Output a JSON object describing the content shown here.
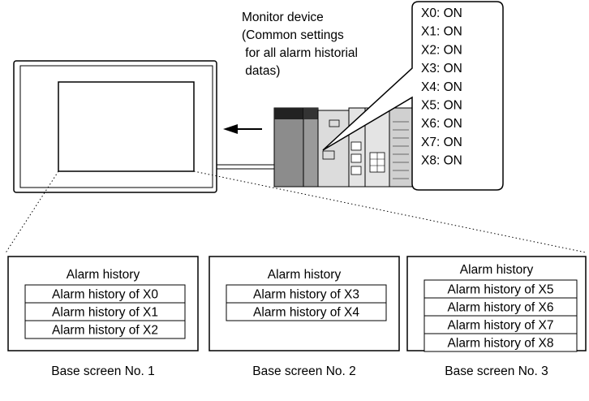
{
  "monitor_label": {
    "lines": [
      "Monitor device",
      "(Common settings",
      " for all alarm historial",
      " datas)"
    ]
  },
  "device_states": [
    "X0: ON",
    "X1: ON",
    "X2: ON",
    "X3: ON",
    "X4: ON",
    "X5: ON",
    "X6: ON",
    "X7: ON",
    "X8: ON"
  ],
  "screens": [
    {
      "title": "Alarm history",
      "rows": [
        "Alarm history of X0",
        "Alarm history of X1",
        "Alarm history of X2"
      ],
      "caption": "Base screen No. 1"
    },
    {
      "title": "Alarm history",
      "rows": [
        "Alarm history of X3",
        "Alarm history of X4"
      ],
      "caption": "Base screen No. 2"
    },
    {
      "title": "Alarm history",
      "rows": [
        "Alarm history of X5",
        "Alarm history of X6",
        "Alarm history of X7",
        "Alarm history of X8"
      ],
      "caption": "Base screen No. 3"
    }
  ],
  "colors": {
    "stroke": "#000000",
    "plc_dark": "#8c8c8c",
    "plc_light": "#d8d8d8"
  }
}
